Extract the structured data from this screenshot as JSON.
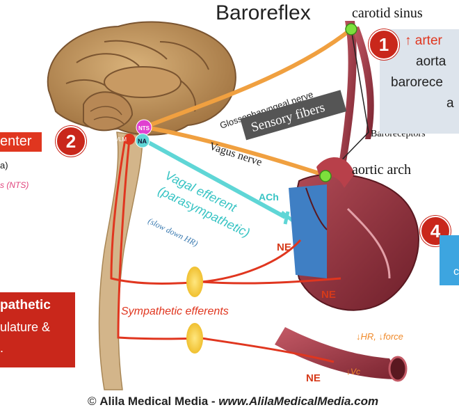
{
  "title": "Baroreflex",
  "labels": {
    "carotid_sinus": "carotid sinus",
    "aortic_arch": "aortic arch",
    "baroreceptors": "Baroreceptors",
    "glossopharyngeal_nerve": "Glossopharyngeal nerve",
    "sensory_fibers": "Sensory fibers",
    "vagus_nerve": "Vagus nerve",
    "vagal_efferent_line1": "Vagal efferent",
    "vagal_efferent_line2": "(parasympathetic)",
    "slow_down_hr": "(slow down HR)",
    "ach": "ACh",
    "ne_1": "NE",
    "ne_2": "NE",
    "ne_3": "NE",
    "sympathetic_efferents": "Sympathetic efferents",
    "hr_force": "↓HR, ↓force",
    "vc": "↓Vc",
    "nts": "NTS",
    "na": "NA",
    "rvlm": "RVLM"
  },
  "step1": {
    "number": "1",
    "line1_arrow": "↑",
    "line1_text": "arter",
    "line2": "aorta",
    "line3": "barorece",
    "line4": "a"
  },
  "step2": {
    "number": "2",
    "center_label": "enter",
    "small_black": "a)",
    "small_pink": "s (NTS)"
  },
  "step4": {
    "number": "4",
    "text": "c"
  },
  "sympathetic_box": {
    "line1": "pathetic",
    "line2": "ulature &",
    "line3": "."
  },
  "footer": {
    "symbol": "©",
    "company": "Alila Medical Media - ",
    "url": "www.AlilaMedicalMedia.com"
  },
  "colors": {
    "accent_red": "#c9271b",
    "orange_nerve": "#f0a040",
    "cyan_nerve": "#5fd6d6",
    "pink_nts": "#e040d0",
    "bluebox": "#3da5e0",
    "infobox": "#dde4ec"
  }
}
